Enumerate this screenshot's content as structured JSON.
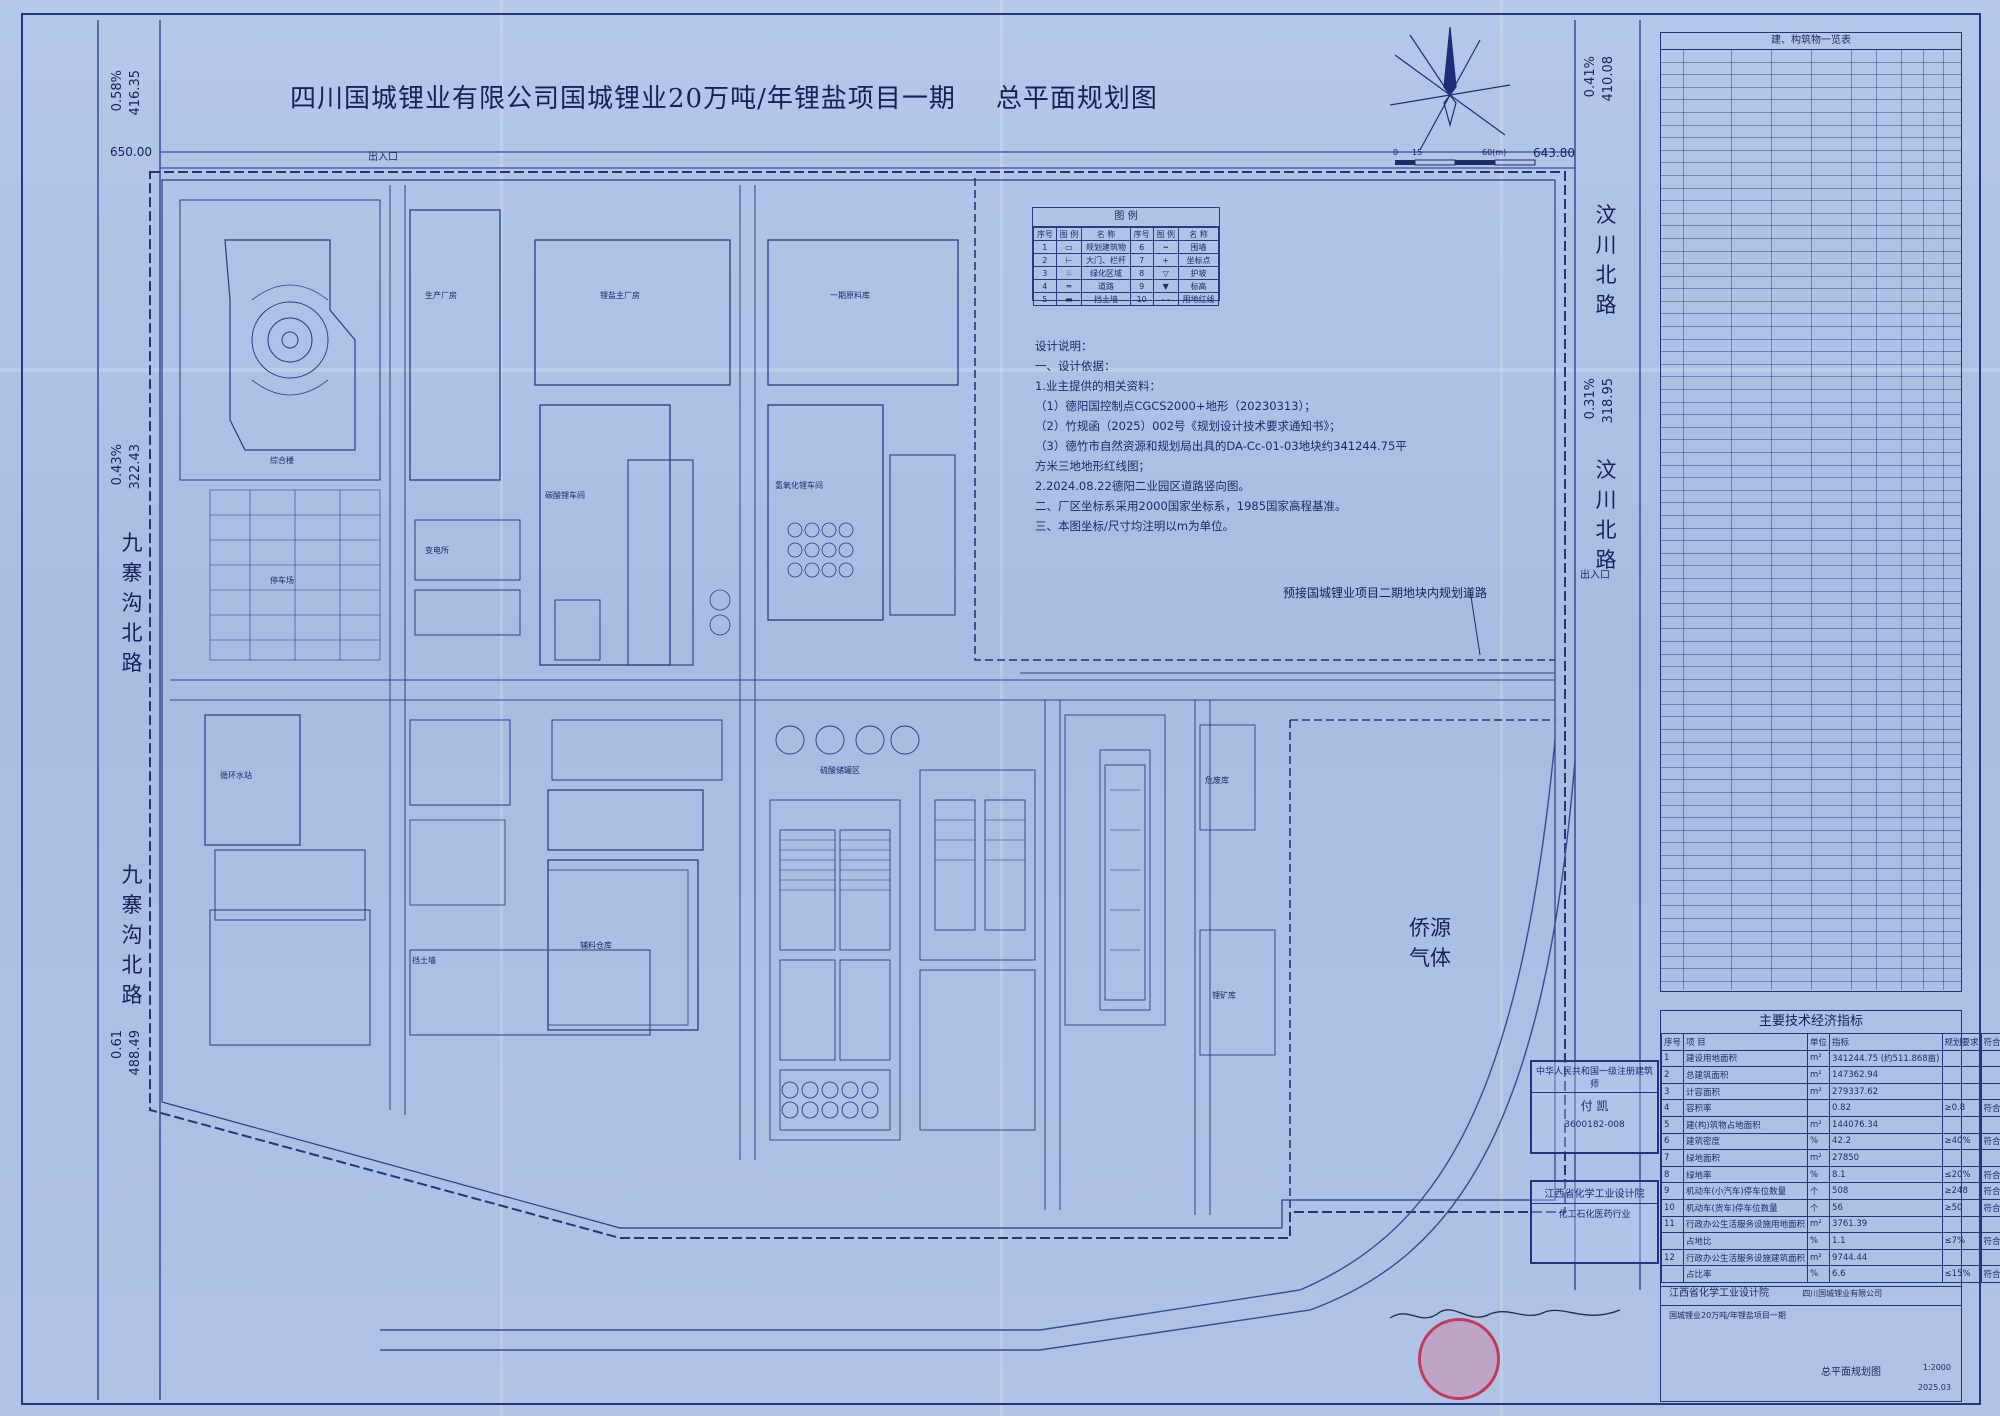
{
  "drawing_title": "四川国城锂业有限公司国城锂业20万吨/年锂盐项目一期",
  "drawing_subtitle": "总平面规划图",
  "roads": {
    "west": "九寨沟北路",
    "west2": "九寨沟北路",
    "east": "汶川北路",
    "east2": "汶川北路",
    "south_right_area": "侨源气体"
  },
  "dimensions": {
    "left_top_pct": "0.58%",
    "left_top_val": "416.35",
    "left_mid_pct": "0.43%",
    "left_mid_val": "322.43",
    "left_bot_pct": "0.61",
    "left_bot_val": "488.49",
    "right_top_pct": "0.41%",
    "right_top_val": "410.08",
    "right_mid_pct": "0.31%",
    "right_mid_val": "318.95",
    "elev_left": "650.00",
    "elev_right": "643.80"
  },
  "exits": {
    "top": "出入口",
    "right": "出入口"
  },
  "scale_bar": [
    "0",
    "15",
    "60(m)"
  ],
  "link_road_note": "预接国城锂业项目二期地块内规划道路",
  "legend": {
    "title": "图 例",
    "headers": [
      "序号",
      "图 例",
      "名 称",
      "序号",
      "图 例",
      "名 称"
    ],
    "rows": [
      [
        "1",
        "",
        "规划建筑物",
        "6",
        "",
        "围墙"
      ],
      [
        "2",
        "",
        "大门、栏杆",
        "7",
        "",
        "坐标点"
      ],
      [
        "3",
        "",
        "绿化区域",
        "8",
        "",
        "护坡"
      ],
      [
        "4",
        "",
        "道路",
        "9",
        "",
        "标高"
      ],
      [
        "5",
        "",
        "挡土墙",
        "10",
        "",
        "用地红线"
      ]
    ]
  },
  "notes": {
    "title": "设计说明：",
    "lines": [
      "一、设计依据：",
      "1.业主提供的相关资料：",
      "（1）德阳国控制点CGCS2000+地形（20230313）；",
      "（2）竹规函（2025）002号《规划设计技术要求通知书》；",
      "（3）德竹市自然资源和规划局出具的DA-Cc-01-03地块约341244.75平",
      "方米三地地形红线图；",
      "2.2024.08.22德阳二业园区道路竖向图。",
      "二、厂区坐标系采用2000国家坐标系，1985国家高程基准。",
      "三、本图坐标/尺寸均注明以m为单位。"
    ]
  },
  "schedule": {
    "title": "建、构筑物一览表",
    "rows": 80
  },
  "indicators": {
    "title": "主要技术经济指标",
    "headers": [
      "序号",
      "项 目",
      "单位",
      "指标",
      "规划要求",
      "符合性"
    ],
    "rows": [
      [
        "1",
        "建设用地面积",
        "m²",
        "341244.75 (约511.868亩)",
        "",
        ""
      ],
      [
        "2",
        "总建筑面积",
        "m²",
        "147362.94",
        "",
        ""
      ],
      [
        "3",
        "计容面积",
        "m²",
        "279337.62",
        "",
        ""
      ],
      [
        "4",
        "容积率",
        "",
        "0.82",
        "≥0.8",
        "符合"
      ],
      [
        "5",
        "建(构)筑物占地面积",
        "m²",
        "144076.34",
        "",
        ""
      ],
      [
        "6",
        "建筑密度",
        "%",
        "42.2",
        "≥40%",
        "符合"
      ],
      [
        "7",
        "绿地面积",
        "m²",
        "27850",
        "",
        ""
      ],
      [
        "8",
        "绿地率",
        "%",
        "8.1",
        "≤20%",
        "符合"
      ],
      [
        "9",
        "机动车(小汽车)停车位数量",
        "个",
        "508",
        "≥248",
        "符合"
      ],
      [
        "10",
        "机动车(货车)停车位数量",
        "个",
        "56",
        "≥50",
        "符合"
      ],
      [
        "11",
        "行政办公生活服务设施用地面积",
        "m²",
        "3761.39",
        "",
        ""
      ],
      [
        "",
        "占地比",
        "%",
        "1.1",
        "≤7%",
        "符合"
      ],
      [
        "12",
        "行政办公生活服务设施建筑面积",
        "m²",
        "9744.44",
        "",
        ""
      ],
      [
        "",
        "占比率",
        "%",
        "6.6",
        "≤15%",
        "符合"
      ]
    ]
  },
  "title_block": {
    "institute": "江西省化学工业设计院",
    "client": "四川国城锂业有限公司",
    "project": "国城锂业20万吨/年锂盐项目一期",
    "drawing_name": "总平面规划图",
    "year": "2025.03",
    "scale": "1:2000"
  },
  "stamps": {
    "stamp1_title": "中华人民共和国一级注册建筑师",
    "stamp1_name": "付 凯",
    "stamp1_no": "3600182-008",
    "stamp2_title": "江西省化学工业设计院",
    "stamp2_sub": "化工石化医药行业"
  },
  "building_labels": {
    "b1": "生产厂房",
    "b2": "锂盐主厂房",
    "b3": "一期原料库",
    "b4": "辅料仓库",
    "b5": "碳酸锂车间",
    "b6": "氢氧化锂车间",
    "b7": "综合楼",
    "b8": "变电所",
    "b9": "循环水站",
    "b10": "硫酸储罐区",
    "b11": "危废库",
    "b12": "停车场",
    "b13": "挡土墙",
    "b14": "锂矿库"
  }
}
